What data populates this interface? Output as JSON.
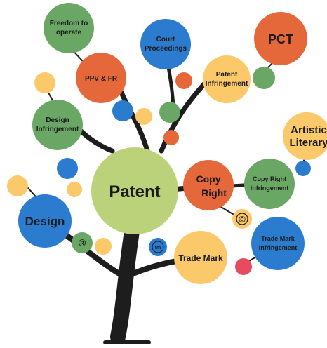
{
  "colors": {
    "green": "#6aa765",
    "green_dark": "#5a9a56",
    "orange": "#e5683a",
    "blue": "#2b7bcf",
    "yellow": "#fbc86a",
    "lime": "#bcd27a",
    "red": "#e84a5f",
    "trunk": "#1d1d1d"
  },
  "nodes": {
    "patent": {
      "label": "Patent"
    },
    "freedom_to_operate": {
      "label_line1": "Freedom to",
      "label_line2": "operate"
    },
    "ppv_fr": {
      "label": "PPV & FR"
    },
    "court_proceedings": {
      "label_line1": "Court",
      "label_line2": "Proceedings"
    },
    "pct": {
      "label": "PCT"
    },
    "patent_infringement": {
      "label_line1": "Patent",
      "label_line2": "Infringement"
    },
    "design_infringement": {
      "label_line1": "Design",
      "label_line2": "Infringement"
    },
    "artistic_literary": {
      "label_line1": "Artistic",
      "label_line2": "Literary"
    },
    "copy_right": {
      "label_line1": "Copy",
      "label_line2": "Right"
    },
    "copy_right_infringement": {
      "label_line1": "Copy Right",
      "label_line2": "Infringement"
    },
    "design": {
      "label": "Design"
    },
    "trade_mark": {
      "label": "Trade Mark"
    },
    "trade_mark_infringement": {
      "label_line1": "Trade Mark",
      "label_line2": "Infringement"
    },
    "copyright_symbol": {
      "label": "©"
    },
    "registered_symbol": {
      "label": "®"
    },
    "trademark_symbol": {
      "label": "tm"
    }
  }
}
